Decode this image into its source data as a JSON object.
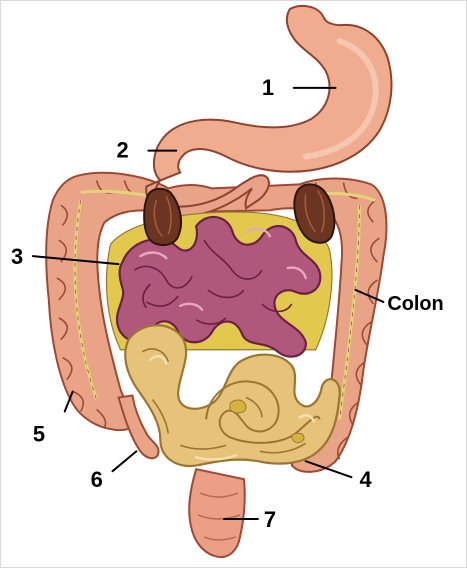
{
  "figure": {
    "labels": {
      "l1": "1",
      "l2": "2",
      "l3": "3",
      "l4": "4",
      "l5": "5",
      "l6": "6",
      "l7": "7",
      "colon": "Colon"
    }
  },
  "colors": {
    "colon_fill": "#e9a487",
    "colon_edge": "#9c4a35",
    "stomach_fill": "#efac8f",
    "jejunum_fill": "#b0577c",
    "jejunum_edge": "#6a2143",
    "ileum_fill": "#e6c27a",
    "ileum_edge": "#9b7631",
    "mesentery_fill": "#e2c94e",
    "cut_end_fill": "#6b3522",
    "outline": "#6b2d1f"
  }
}
